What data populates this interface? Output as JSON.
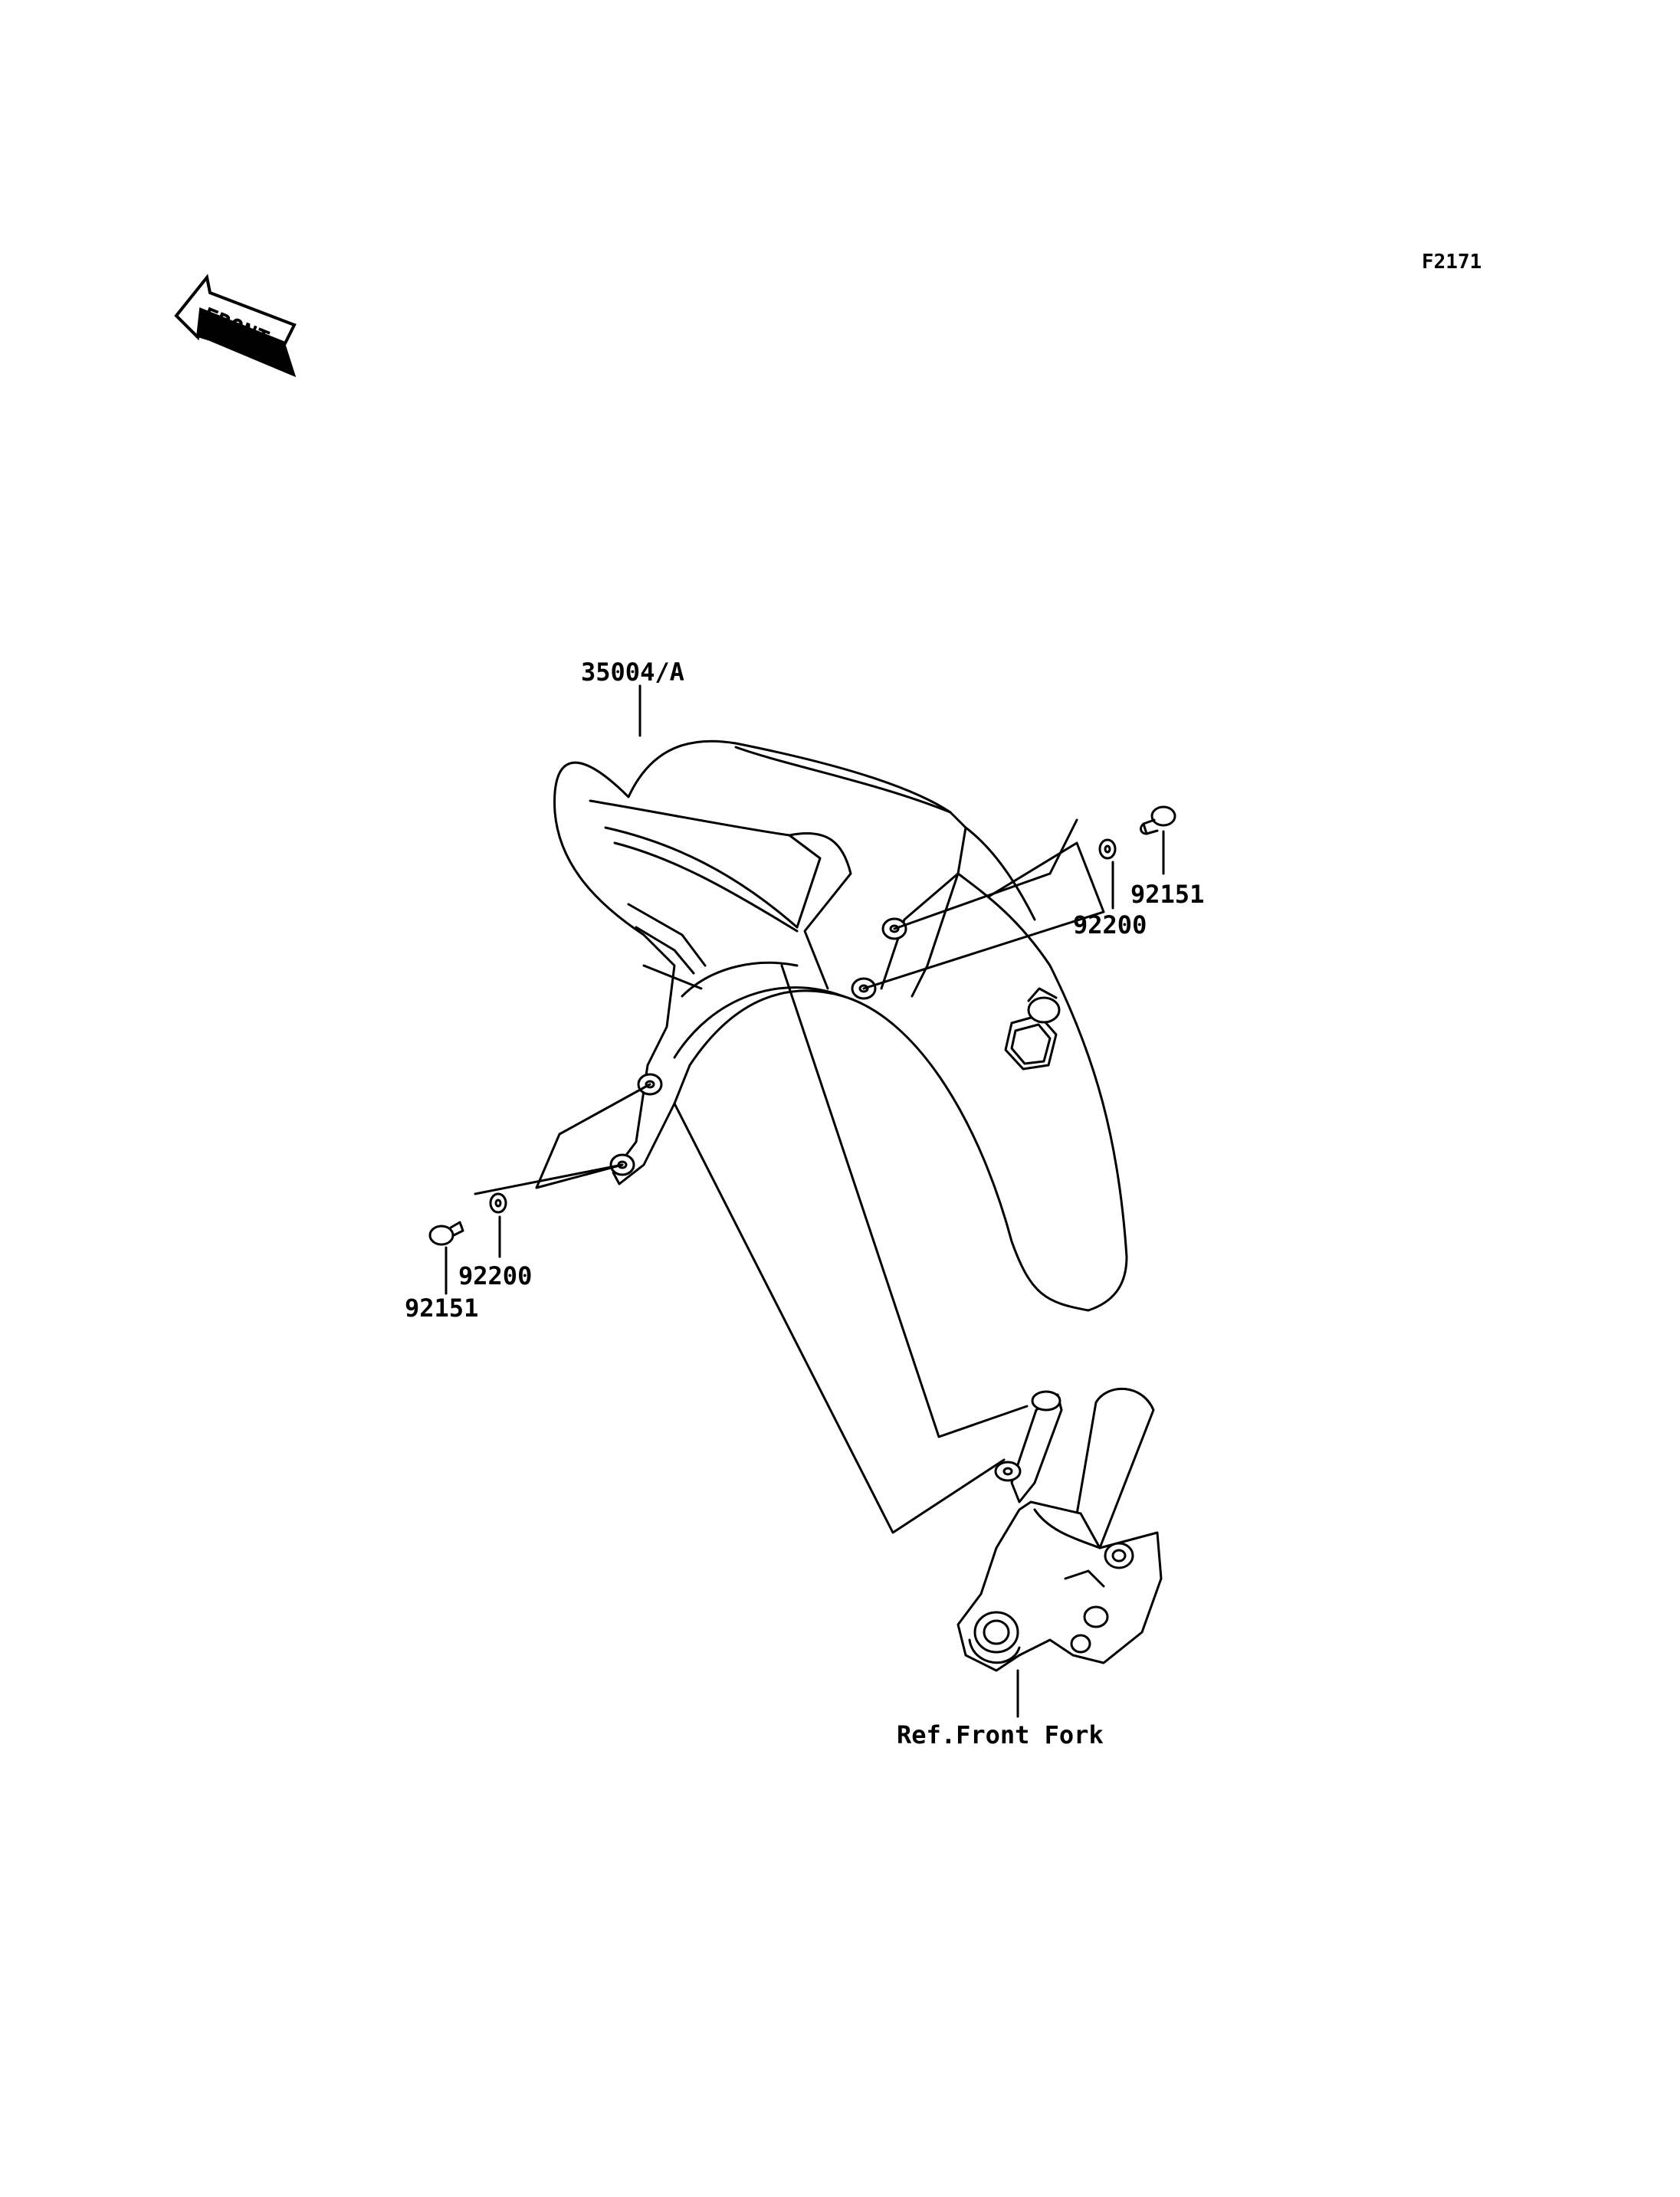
{
  "diagram": {
    "figure_id": "F2171",
    "front_arrow_text": "FRONT",
    "callouts": {
      "fender": "35004/A",
      "bolt_right": "92151",
      "washer_right": "92200",
      "washer_left": "92200",
      "bolt_left": "92151",
      "ref_fork": "Ref.Front Fork"
    }
  }
}
